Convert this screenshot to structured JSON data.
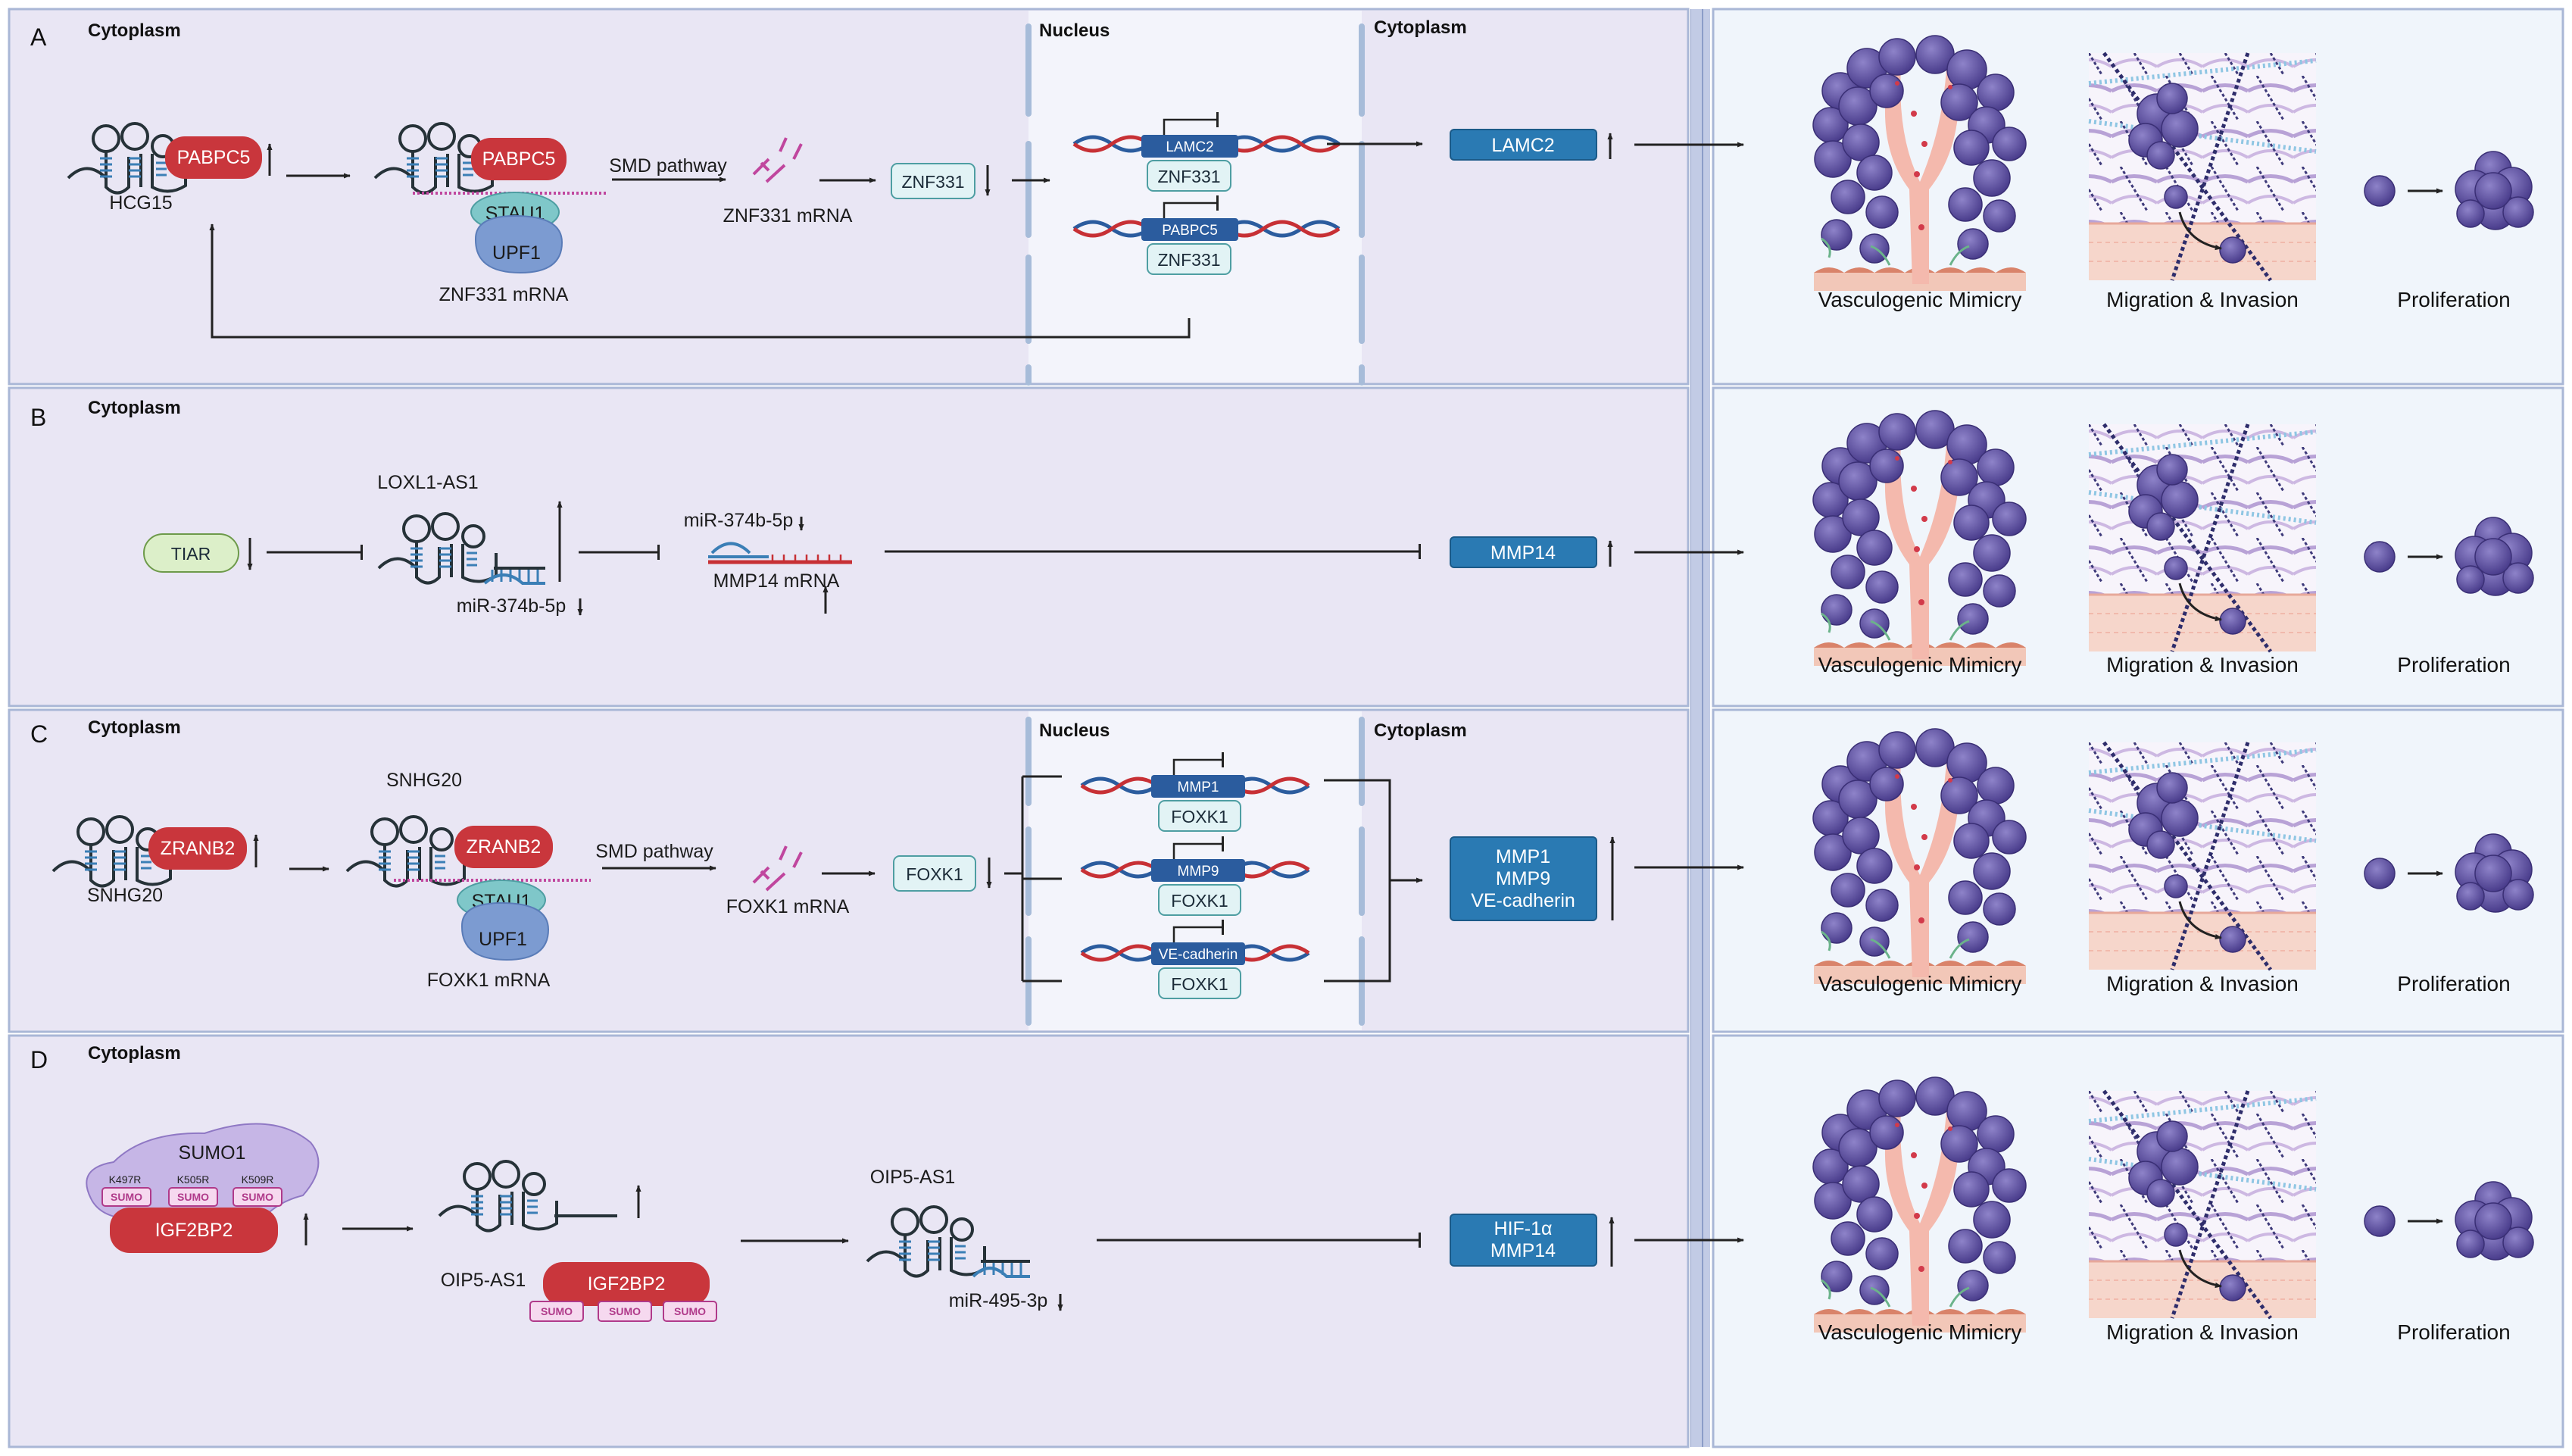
{
  "panels": [
    {
      "tag": "A",
      "compartments": {
        "left": "Cytoplasm",
        "nucleus": "Nucleus",
        "right": "Cytoplasm"
      },
      "lncrna": "HCG15",
      "rbp": "PABPC5",
      "complex": {
        "stau": "STAU1",
        "upf": "UPF1",
        "mrna": "ZNF331 mRNA"
      },
      "pathway": "SMD pathway",
      "degraded_mrna": "ZNF331 mRNA",
      "tf": "ZNF331",
      "nuclear_targets": [
        {
          "gene": "LAMC2",
          "factor": "ZNF331"
        },
        {
          "gene": "PABPC5",
          "factor": "ZNF331"
        }
      ],
      "effector": [
        "LAMC2"
      ]
    },
    {
      "tag": "B",
      "compartments": {
        "left": "Cytoplasm"
      },
      "upstream": "TIAR",
      "lncrna": "LOXL1-AS1",
      "mirna_bound": "miR-374b-5p",
      "mirna_free": "miR-374b-5p",
      "target_mrna": "MMP14 mRNA",
      "effector": [
        "MMP14"
      ]
    },
    {
      "tag": "C",
      "compartments": {
        "left": "Cytoplasm",
        "nucleus": "Nucleus",
        "right": "Cytoplasm"
      },
      "lncrna": "SNHG20",
      "lncrna_top": "SNHG20",
      "rbp": "ZRANB2",
      "complex": {
        "stau": "STAU1",
        "upf": "UPF1",
        "mrna": "FOXK1 mRNA"
      },
      "pathway": "SMD pathway",
      "degraded_mrna": "FOXK1 mRNA",
      "tf": "FOXK1",
      "nuclear_targets": [
        {
          "gene": "MMP1",
          "factor": "FOXK1"
        },
        {
          "gene": "MMP9",
          "factor": "FOXK1"
        },
        {
          "gene": "VE-cadherin",
          "factor": "FOXK1"
        }
      ],
      "effector": [
        "MMP1",
        "MMP9",
        "VE-cadherin"
      ]
    },
    {
      "tag": "D",
      "compartments": {
        "left": "Cytoplasm"
      },
      "sumo_complex": {
        "sumo": "SUMO1",
        "protein": "IGF2BP2",
        "sites": [
          "K497R",
          "K505R",
          "K509R"
        ],
        "tag": "SUMO"
      },
      "lncrna": "OIP5-AS1",
      "rbp": "IGF2BP2",
      "sponge": "OIP5-AS1",
      "mirna": "miR-495-3p",
      "effector": [
        "HIF-1α",
        "MMP14"
      ]
    }
  ],
  "outcomes": [
    "Vasculogenic Mimicry",
    "Migration & Invasion",
    "Proliferation"
  ],
  "colors": {
    "panel_bg": "#e9e6f4",
    "outcome_bg": "#f0f5fb",
    "nucleus_bg": "#f3f4fb",
    "rbp_red": "#c9363c",
    "effector_blue": "#2a7ab3",
    "tf_box": "#e2f3f5",
    "dna_blue": "#2b5c9e",
    "dna_red": "#c73035",
    "mirna_pink": "#c0469e",
    "cell_purple": "#5a4a9f",
    "border": "#a9b7d6"
  }
}
